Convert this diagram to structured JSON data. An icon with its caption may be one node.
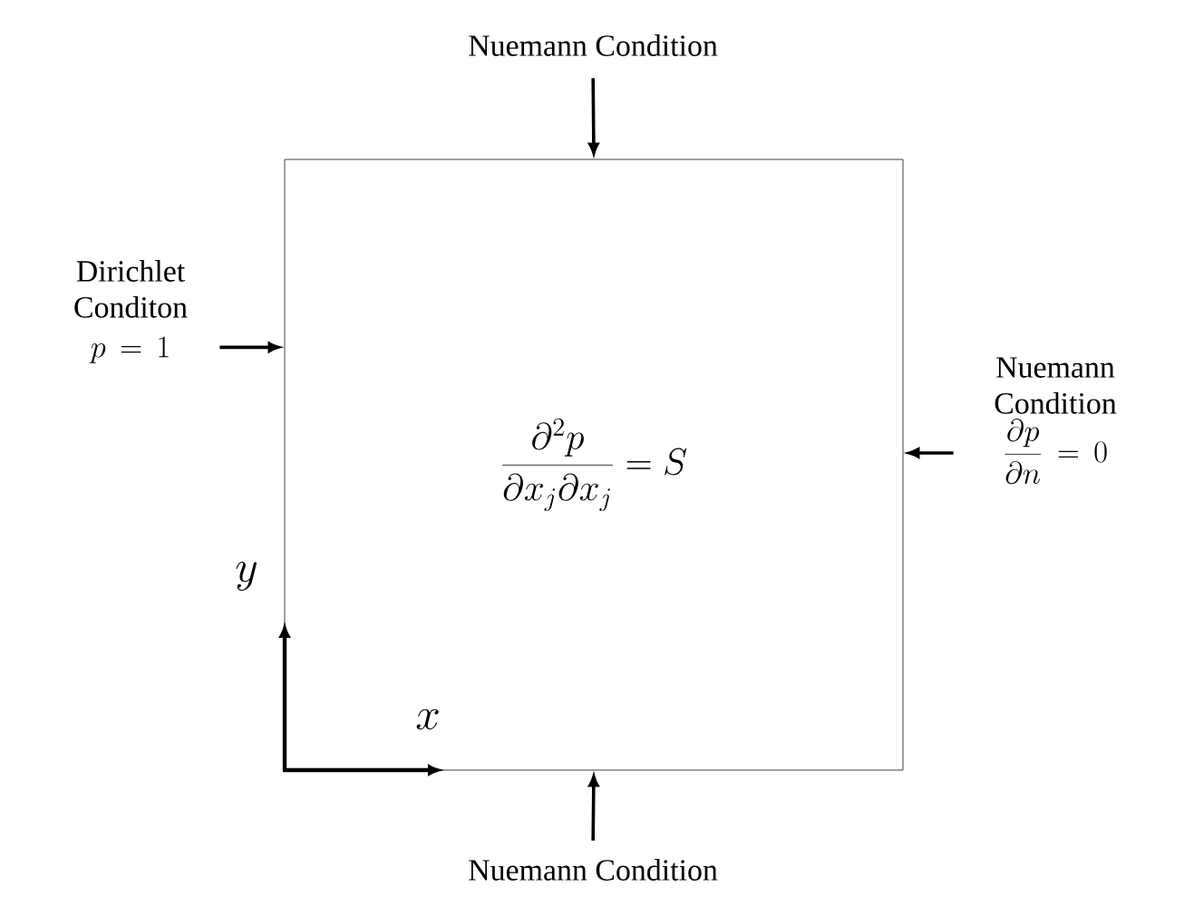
{
  "diagram": {
    "nodes": [
      {
        "text": [
          "\\frac{\\partial^2 p}{\\partial x_j \\partial x_j} = S"
        ]
      },
      {
        "text": [
          "Nuemann Condition"
        ]
      },
      {
        "text": [
          "Dirichlet Conditon",
          "p = 1"
        ]
      },
      {
        "text": [
          "Nuemann Condition",
          "\\frac{\\partial p}{\\partial n} = 0"
        ]
      },
      {
        "text": [
          "Nuemann Condition"
        ]
      }
    ],
    "edges": [
      {
        "from": 1,
        "to": 0,
        "arrow": "to"
      },
      {
        "from": 2,
        "to": 0,
        "arrow": "to"
      },
      {
        "from": 3,
        "to": 0,
        "arrow": "to"
      },
      {
        "from": 4,
        "to": 0,
        "arrow": "to"
      }
    ],
    "labels": [
      "y",
      "x"
    ]
  }
}
